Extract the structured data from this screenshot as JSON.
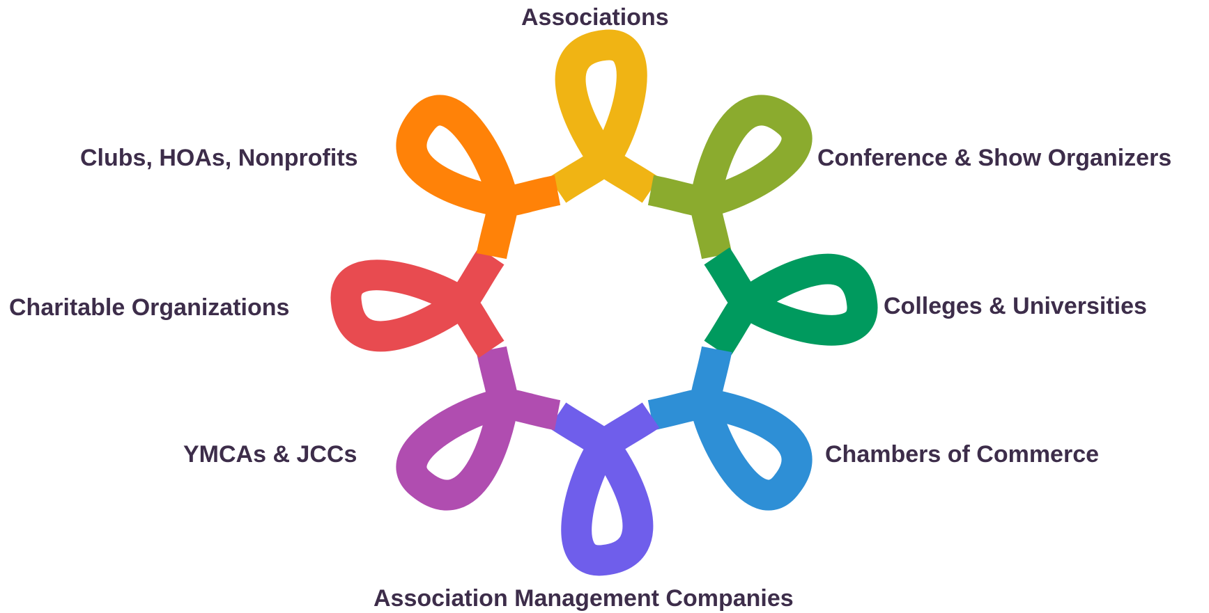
{
  "segments": [
    {
      "label": "Associations",
      "color": "#F0B414"
    },
    {
      "label": "Conference & Show Organizers",
      "color": "#8BAB2E"
    },
    {
      "label": "Colleges & Universities",
      "color": "#009A5E"
    },
    {
      "label": "Chambers of Commerce",
      "color": "#2E8FD6"
    },
    {
      "label": "Association Management Companies",
      "color": "#6F5EEB"
    },
    {
      "label": "YMCAs & JCCs",
      "color": "#B04DB0"
    },
    {
      "label": "Charitable Organizations",
      "color": "#E84B50"
    },
    {
      "label": "Clubs, HOAs, Nonprofits",
      "color": "#FF8208"
    }
  ]
}
